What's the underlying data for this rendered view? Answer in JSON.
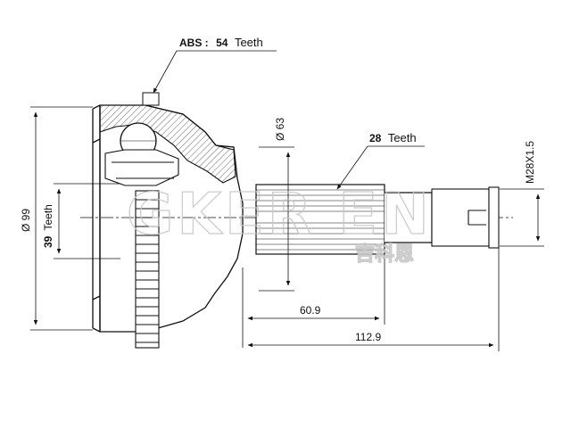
{
  "labels": {
    "abs_count": "54",
    "abs_prefix": "ABS :",
    "abs_suffix": "Teeth",
    "spline_count": "28",
    "spline_suffix": "Teeth",
    "outer_diameter": "Ø 99",
    "inner_teeth_count": "39",
    "inner_teeth_suffix": "Teeth",
    "body_diameter": "Ø 63",
    "thread": "M28X1.5",
    "length_shaft": "60.9",
    "length_total": "112.9"
  },
  "watermark": {
    "brand": "GKER EN",
    "cn": "吉科恩"
  },
  "colors": {
    "line": "#111111",
    "hatch": "#555555",
    "watermark": "#c8c8c8"
  }
}
